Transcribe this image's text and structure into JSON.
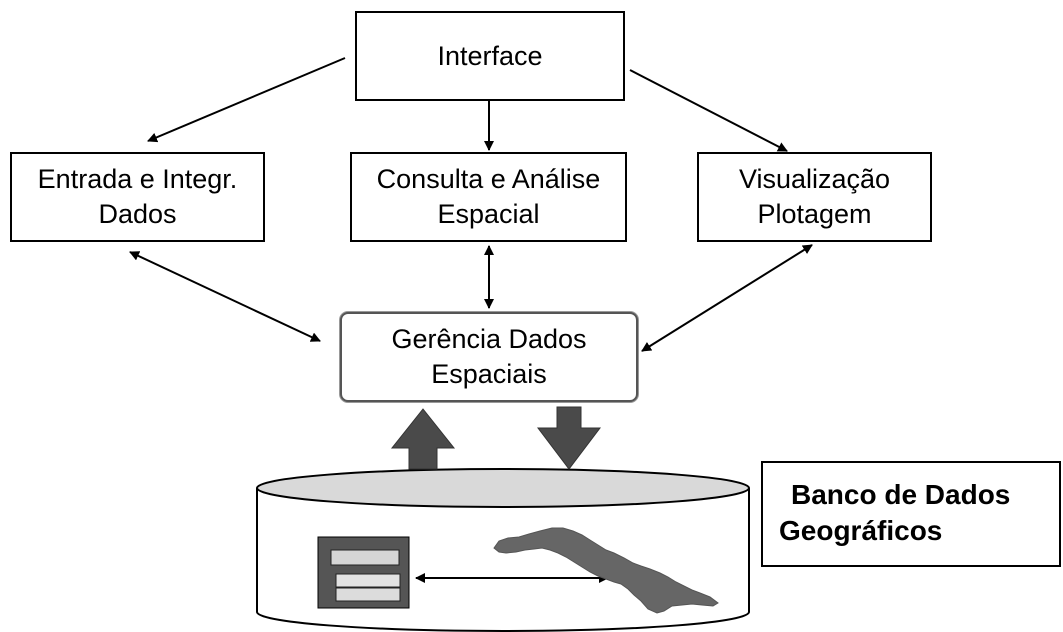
{
  "nodes": {
    "interface": "Interface",
    "entrada": "Entrada e Integr.\nDados",
    "consulta": "Consulta e Análise\nEspacial",
    "visualizacao": "Visualização\nPlotagem",
    "gerencia": "Gerência Dados\nEspaciais"
  },
  "database": {
    "line1": "Banco de Dados",
    "line2": "Geográficos"
  },
  "colors": {
    "line": "#000000",
    "block_arrow": "#4a4a4a",
    "cylinder_top": "#d9d9d9",
    "map_shape": "#666666",
    "table_icon": "#555555",
    "table_rows": "#d6d6d6"
  }
}
